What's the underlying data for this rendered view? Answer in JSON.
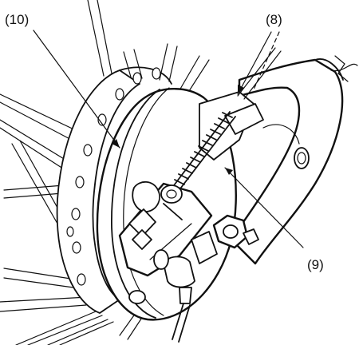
{
  "callouts": [
    {
      "id": "callout-10",
      "label": "(10)"
    },
    {
      "id": "callout-8",
      "label": "(8)"
    },
    {
      "id": "callout-9",
      "label": "(9)"
    }
  ],
  "colors": {
    "line": "#111111",
    "background": "#ffffff"
  }
}
